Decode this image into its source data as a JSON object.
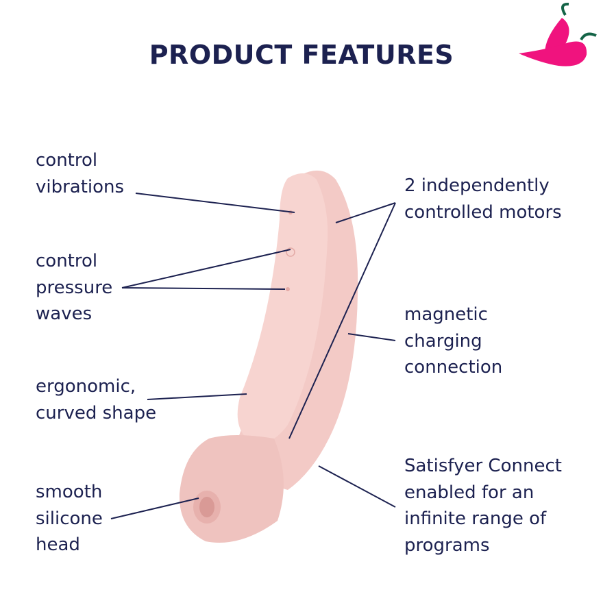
{
  "title": "PRODUCT FEATURES",
  "colors": {
    "text": "#1c2150",
    "product": "#f3cac6",
    "logo": "#f0137e",
    "logo_stem": "#146447"
  },
  "left_features": [
    {
      "lines": [
        "control",
        "vibrations"
      ]
    },
    {
      "lines": [
        "control",
        "pressure",
        "waves"
      ]
    },
    {
      "lines": [
        "ergonomic,",
        "curved shape"
      ]
    },
    {
      "lines": [
        "smooth",
        "silicone",
        "head"
      ]
    }
  ],
  "right_features": [
    {
      "lines": [
        "2 independently",
        "controlled motors"
      ]
    },
    {
      "lines": [
        "magnetic",
        "charging",
        "connection"
      ]
    },
    {
      "lines": [
        "Satisfyer Connect",
        "enabled for an",
        "infinite range of",
        "programs"
      ]
    }
  ]
}
